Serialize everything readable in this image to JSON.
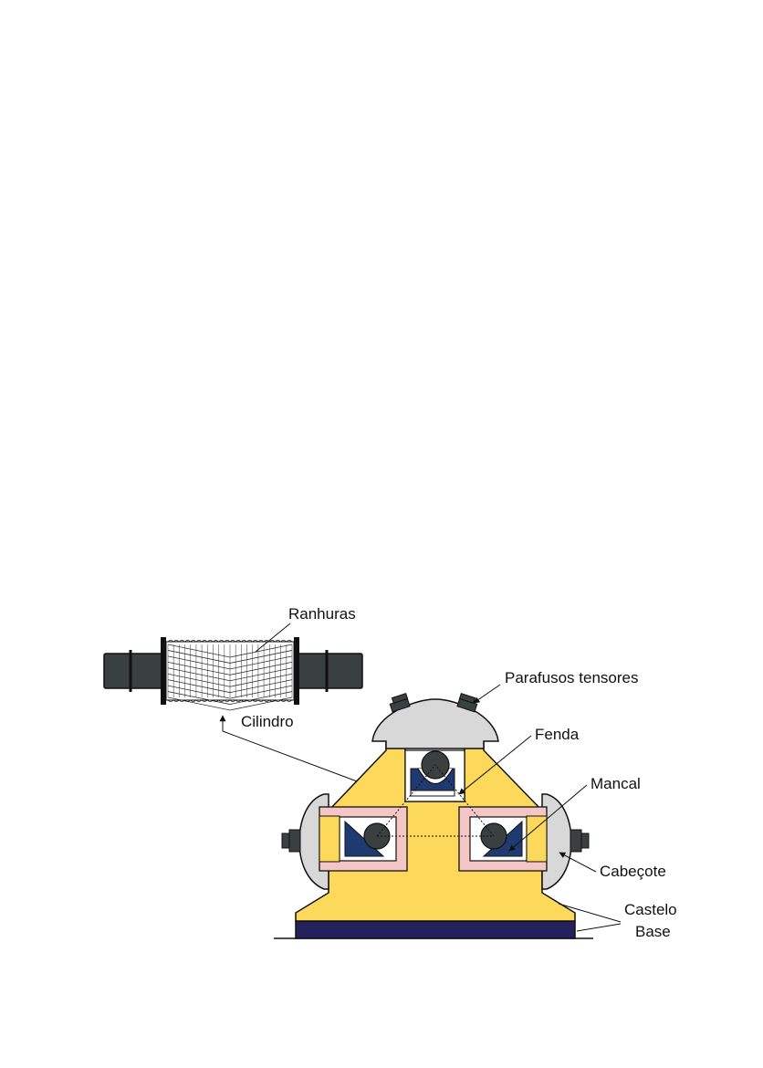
{
  "labels": {
    "ranhuras": "Ranhuras",
    "cilindro": "Cilindro",
    "parafusos": "Parafusos tensores",
    "fenda": "Fenda",
    "mancal": "Mancal",
    "cabecote": "Cabeçote",
    "castelo": "Castelo",
    "base": "Base"
  },
  "colors": {
    "castelo": "#FCD95A",
    "base": "#23225E",
    "cabecote": "#D8D8D8",
    "mancal": "#F5C6C6",
    "wedge": "#1F3A70",
    "roll": "#3A3F40",
    "shaft": "#3A3F40",
    "outline": "#111111"
  }
}
